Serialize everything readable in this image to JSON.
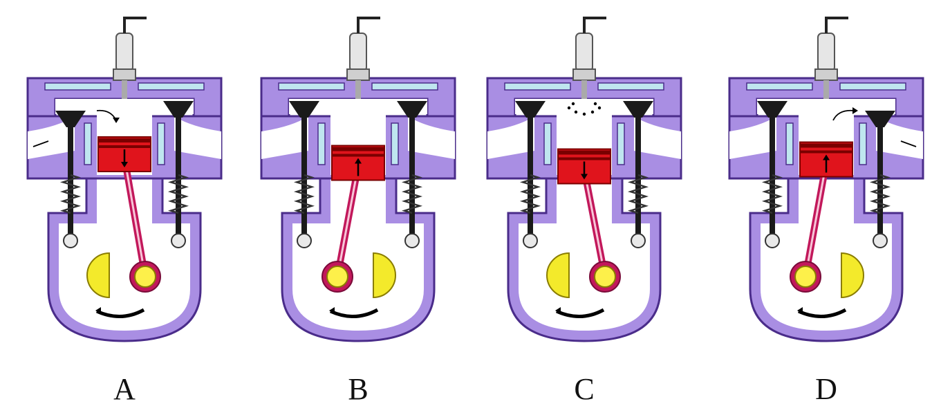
{
  "colors": {
    "casing": "#a98ee3",
    "casing_stroke": "#4a2c8a",
    "coolant": "#bfe6ef",
    "piston": "#e0141c",
    "piston_dark": "#7a0000",
    "rod": "#c2185b",
    "crank_weight": "#f3ea2b",
    "crank_pin": "#fdf04a",
    "valve": "#1a1a1a",
    "spark_plug": "#e6e6e6",
    "interior": "#ffffff",
    "arrow": "#000000"
  },
  "panels": [
    {
      "label": "A",
      "piston_position": 0.2,
      "piston_arrow": "down",
      "intake_valve": "open",
      "exhaust_valve": "closed",
      "flow": "intake",
      "spark": false,
      "crank_side": "right"
    },
    {
      "label": "B",
      "piston_position": 0.45,
      "piston_arrow": "up",
      "intake_valve": "closed",
      "exhaust_valve": "closed",
      "flow": "none",
      "spark": false,
      "crank_side": "left"
    },
    {
      "label": "C",
      "piston_position": 0.55,
      "piston_arrow": "down",
      "intake_valve": "closed",
      "exhaust_valve": "closed",
      "flow": "none",
      "spark": true,
      "crank_side": "right"
    },
    {
      "label": "D",
      "piston_position": 0.35,
      "piston_arrow": "up",
      "intake_valve": "closed",
      "exhaust_valve": "open",
      "flow": "exhaust",
      "spark": false,
      "crank_side": "left"
    }
  ]
}
